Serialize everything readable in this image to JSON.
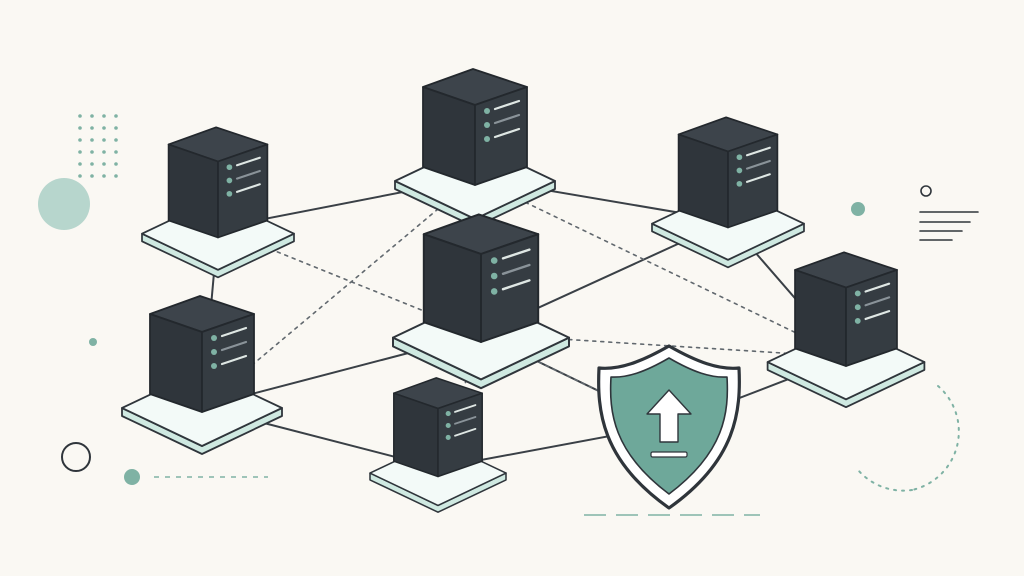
{
  "diagram": {
    "colors": {
      "background": "#faf8f3",
      "server_body": "#2f353b",
      "server_stroke": "#23282d",
      "server_line": "#dfe7e4",
      "server_dot": "#7fb2a4",
      "platform_fill": "#f3faf8",
      "platform_accent": "#cfe9e1",
      "platform_stroke": "#2f353b",
      "link_solid": "#3a4046",
      "link_dotted": "#61686e",
      "shield_fill": "#6ea89a",
      "shield_stroke": "#2f353b",
      "shield_inner": "#ffffff",
      "accent": "#7fb2a4",
      "accent_light": "#b7d6cd"
    },
    "nodes": [
      {
        "id": "server-top",
        "icon": "server-icon"
      },
      {
        "id": "server-upper-left",
        "icon": "server-icon"
      },
      {
        "id": "server-upper-right",
        "icon": "server-icon"
      },
      {
        "id": "server-center",
        "icon": "server-icon"
      },
      {
        "id": "server-left",
        "icon": "server-icon"
      },
      {
        "id": "server-right",
        "icon": "server-icon"
      },
      {
        "id": "server-bottom",
        "icon": "server-icon"
      }
    ],
    "links": [
      {
        "from": "server-upper-left",
        "to": "server-top",
        "style": "solid"
      },
      {
        "from": "server-top",
        "to": "server-upper-right",
        "style": "solid"
      },
      {
        "from": "server-upper-left",
        "to": "server-left",
        "style": "solid"
      },
      {
        "from": "server-upper-right",
        "to": "server-right",
        "style": "solid"
      },
      {
        "from": "server-upper-right",
        "to": "server-center",
        "style": "solid"
      },
      {
        "from": "server-left",
        "to": "server-center",
        "style": "solid"
      },
      {
        "from": "server-left",
        "to": "server-bottom",
        "style": "solid"
      },
      {
        "from": "server-bottom",
        "to": "shield",
        "style": "solid"
      },
      {
        "from": "shield",
        "to": "server-right",
        "style": "solid"
      },
      {
        "from": "server-center",
        "to": "shield",
        "style": "solid"
      },
      {
        "from": "server-upper-left",
        "to": "server-center",
        "style": "dotted"
      },
      {
        "from": "server-top",
        "to": "server-left",
        "style": "dotted"
      },
      {
        "from": "server-top",
        "to": "server-right",
        "style": "dotted"
      },
      {
        "from": "server-center",
        "to": "server-right",
        "style": "dotted"
      },
      {
        "from": "server-center",
        "to": "server-bottom",
        "style": "dotted"
      },
      {
        "from": "server-center",
        "to": "shield",
        "style": "dotted"
      }
    ],
    "shield": {
      "icon": "shield-upload-icon"
    },
    "decorations": [
      "dot-grid-icon",
      "circle-filled-icon",
      "circle-outline-icon",
      "dotted-arc-icon",
      "text-lines-icon",
      "dashed-line-icon"
    ]
  }
}
